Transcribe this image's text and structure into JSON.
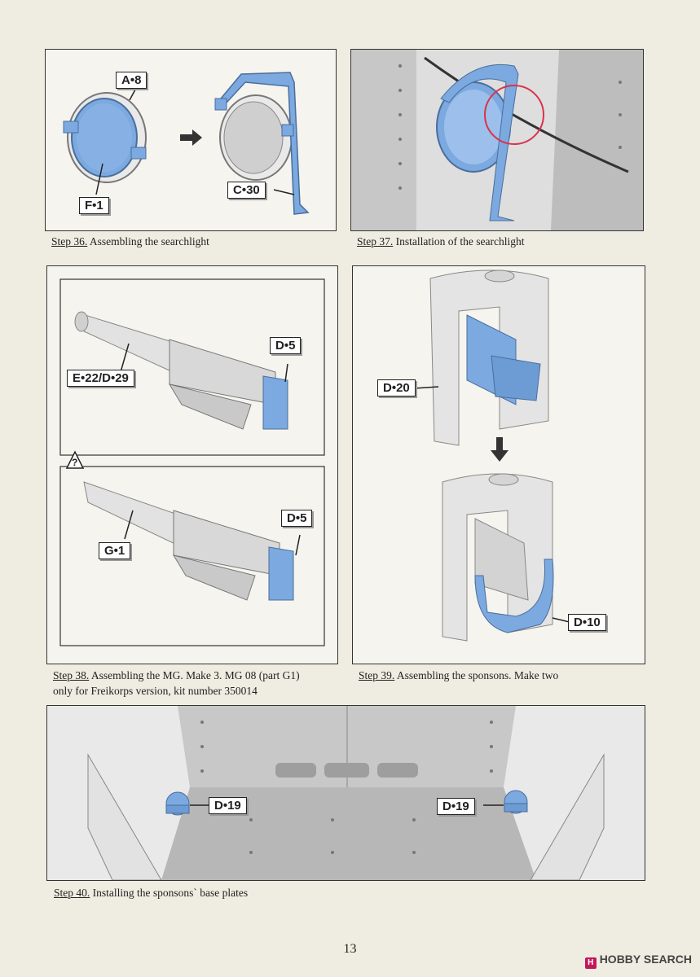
{
  "steps": [
    {
      "label": "Step 36.",
      "text": "Assembling the searchlight"
    },
    {
      "label": "Step 37.",
      "text": "Installation of the searchlight"
    },
    {
      "label": "Step 38.",
      "text": "Assembling the MG. Make 3. MG 08 (part G1)",
      "text2": "only for Freikorps version, kit number 350014"
    },
    {
      "label": "Step 39.",
      "text": "Assembling the sponsons. Make two"
    },
    {
      "label": "Step 40.",
      "text": "Installing the sponsons` base plates"
    }
  ],
  "parts": {
    "a8": "A•8",
    "f1": "F•1",
    "c30": "C•30",
    "e22": "E•22/D•29",
    "d5a": "D•5",
    "g1": "G•1",
    "d5b": "D•5",
    "d20": "D•20",
    "d10": "D•10",
    "d19a": "D•19",
    "d19b": "D•19"
  },
  "warning_symbol": "?",
  "page_number": "13",
  "watermark": {
    "logo": "H",
    "text": "HOBBY SEARCH"
  },
  "colors": {
    "part_highlight": "#7ba9e0",
    "circle_mark": "#d9334b"
  }
}
